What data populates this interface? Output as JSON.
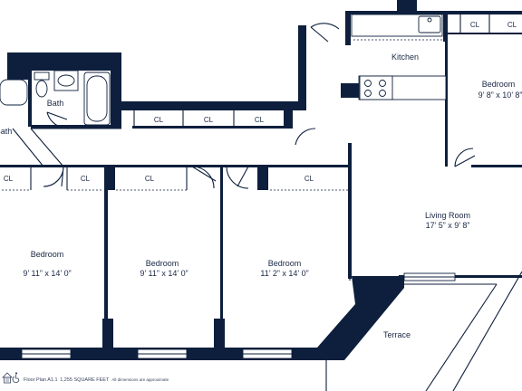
{
  "rooms": {
    "kitchen": {
      "name": "Kitchen"
    },
    "bedroom_ne": {
      "name": "Bedroom",
      "dims": "9’ 8” x 10’ 8”"
    },
    "bath": {
      "name": "Bath"
    },
    "bath_left": {
      "name": "Bath"
    },
    "living": {
      "name": "Living Room",
      "dims": "17’ 5” x 9’ 8”"
    },
    "bedroom_1": {
      "name": "Bedroom",
      "dims": "9’ 11” x 14’ 0”"
    },
    "bedroom_2": {
      "name": "Bedroom",
      "dims": "9’ 11” x 14’ 0”"
    },
    "bedroom_3": {
      "name": "Bedroom",
      "dims": "11’ 2” x 14’ 0”"
    },
    "terrace": {
      "name": "Terrace"
    }
  },
  "closet_label": "CL",
  "footer": {
    "plan": "Floor Plan A1.1",
    "area": "1,255 SQUARE FEET",
    "note": "All dimensions are approximate"
  },
  "icons": [
    "equal-housing-icon",
    "accessibility-icon"
  ],
  "colors": {
    "wall": "#0d1f3c",
    "text": "#1a2744",
    "background": "#ffffff"
  }
}
